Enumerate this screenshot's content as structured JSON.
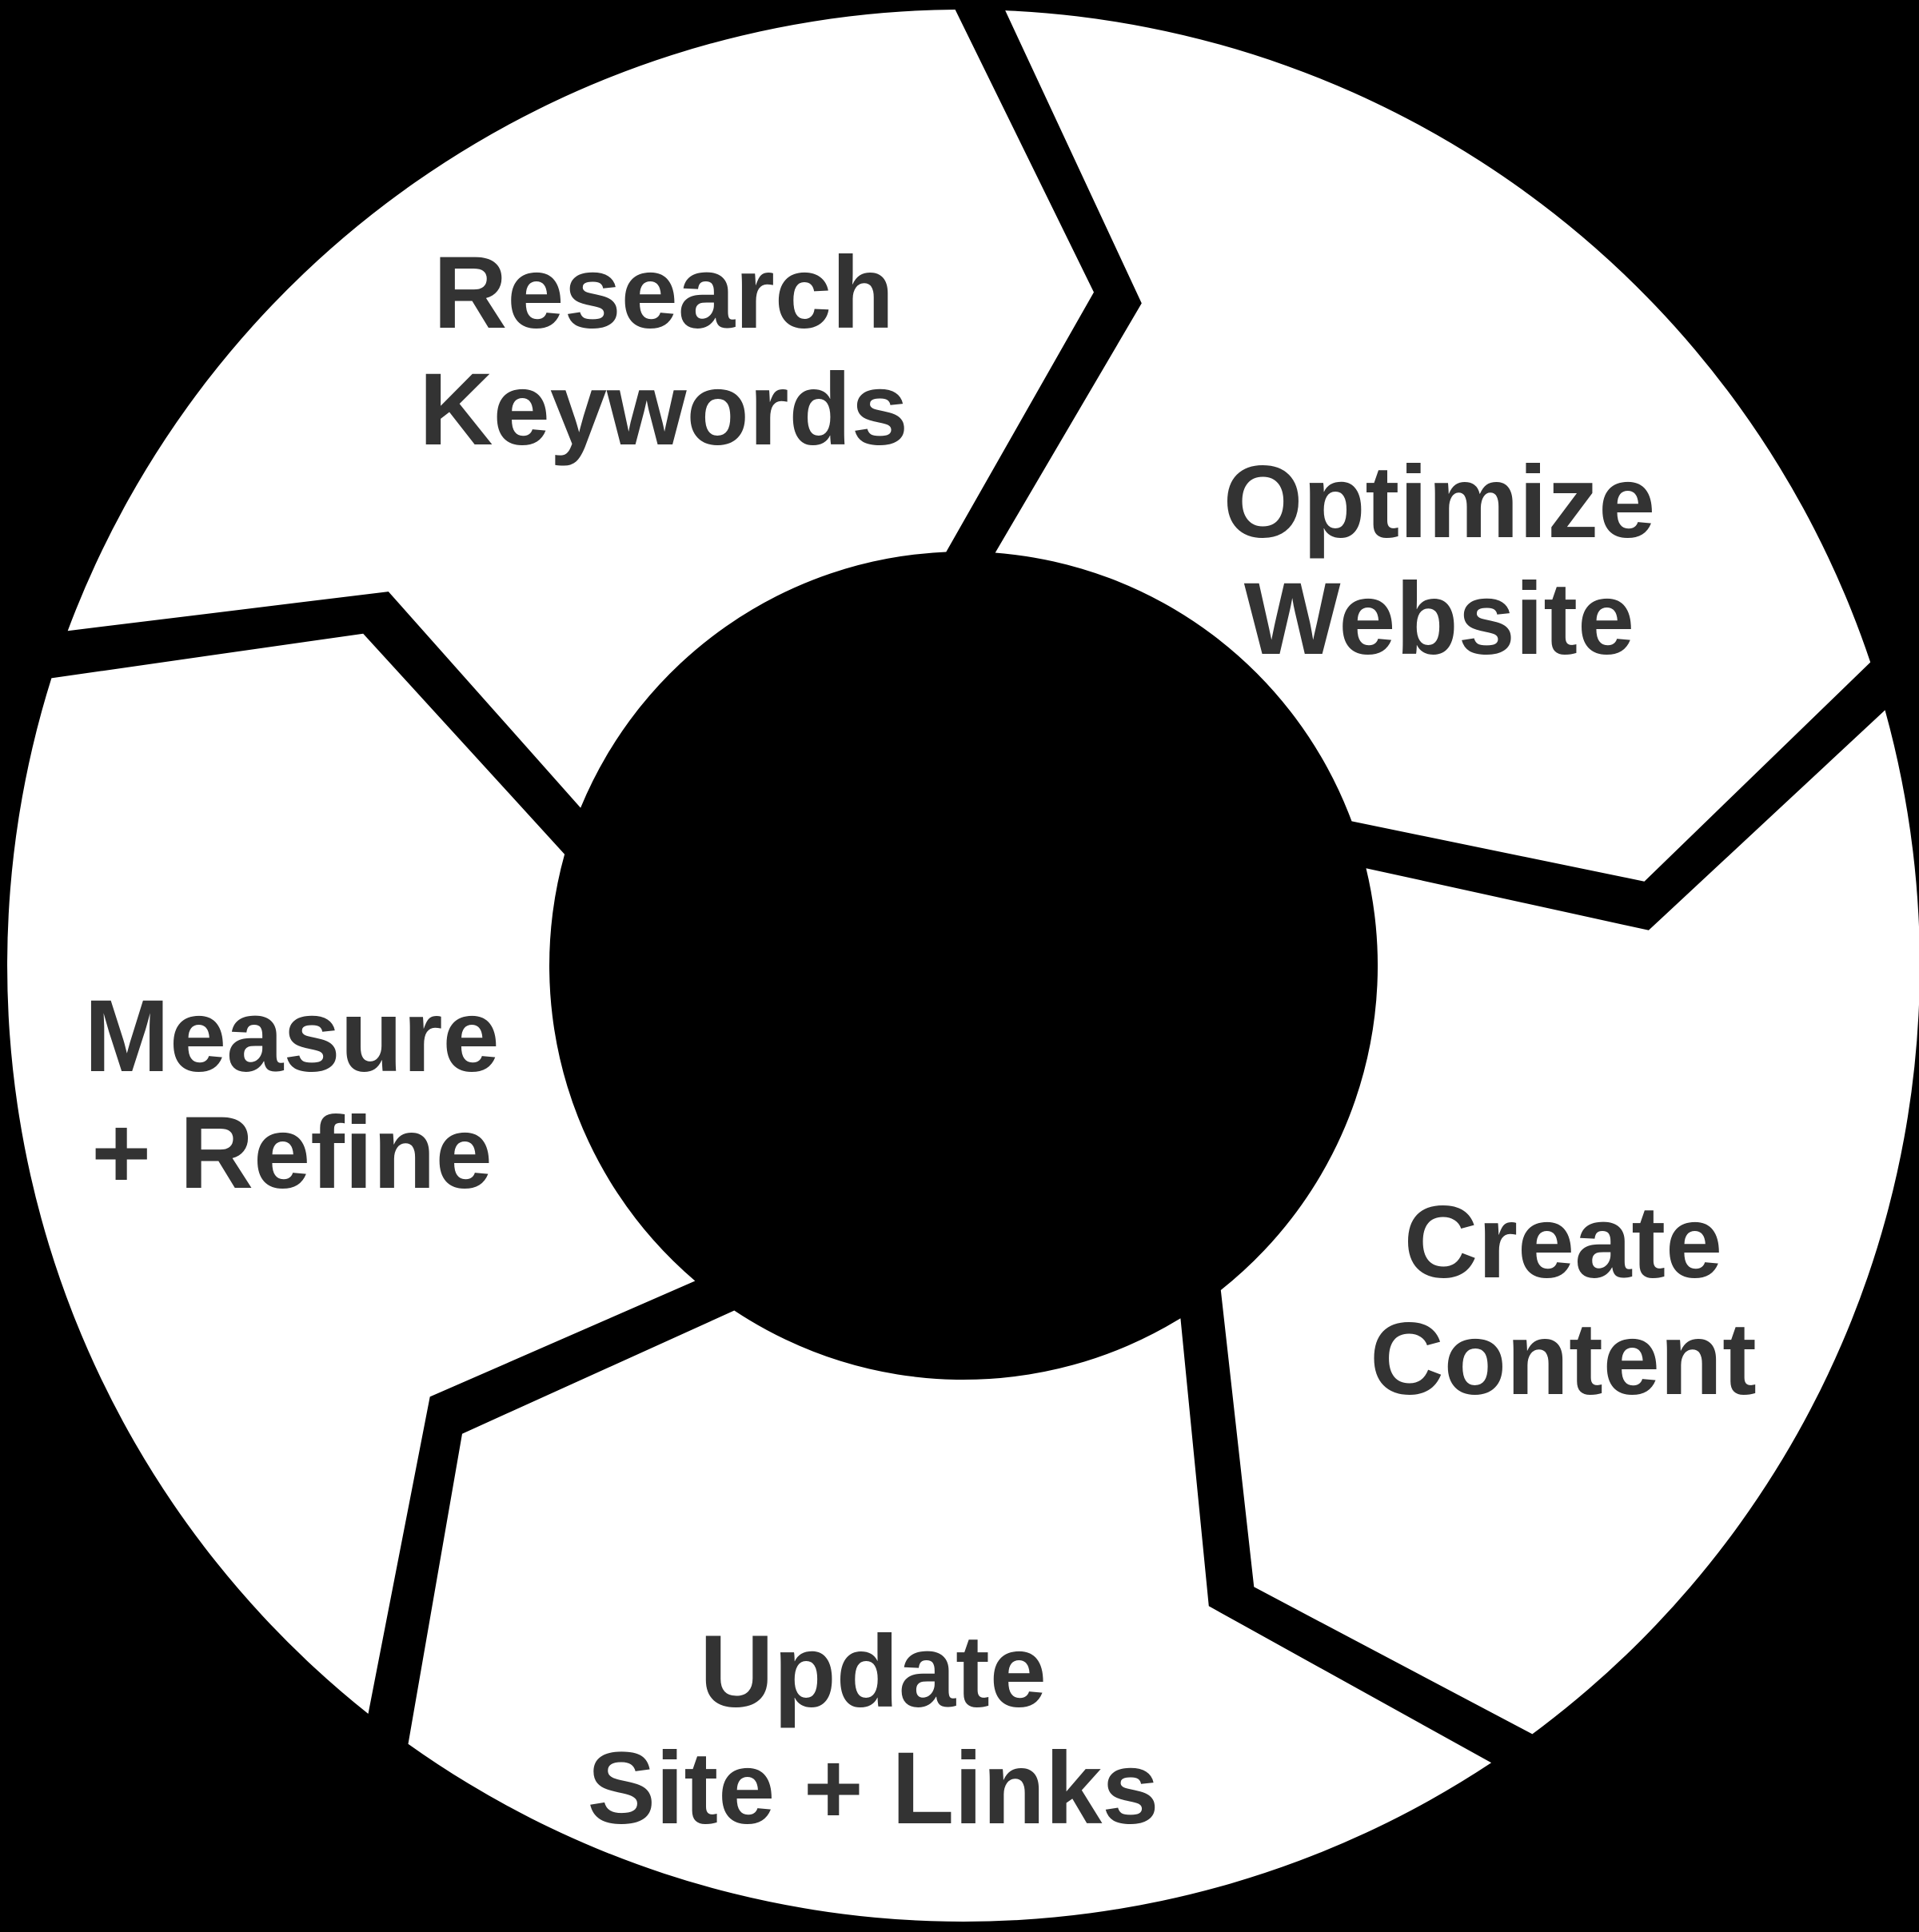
{
  "diagram": {
    "type": "cycle",
    "direction": "clockwise",
    "background_color": "#000000",
    "segment_color": "#ffffff",
    "label_color": "#333333",
    "segments": [
      {
        "id": "research-keywords",
        "label": "Research\nKeywords"
      },
      {
        "id": "optimize-website",
        "label": "Optimize\nWebsite"
      },
      {
        "id": "create-content",
        "label": "Create\nContent"
      },
      {
        "id": "update-site-links",
        "label": "Update\nSite + Links"
      },
      {
        "id": "measure-refine",
        "label": "Measure\n+ Refine"
      }
    ]
  }
}
